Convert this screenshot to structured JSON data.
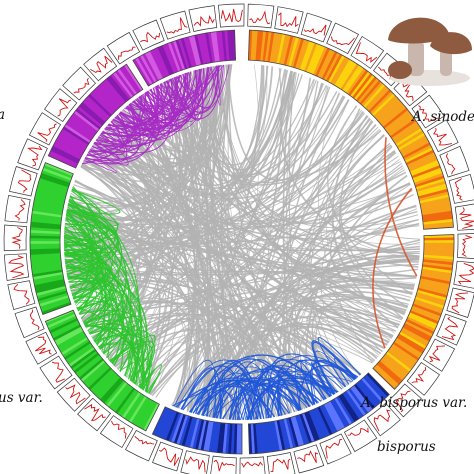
{
  "labels": {
    "top_right": "A. sinode",
    "top_left": "a",
    "bottom_left": "us var.",
    "bottom_right_line1": "A. bisporus var.",
    "bottom_right_line2": "bisporus"
  },
  "genomes": [
    {
      "id": "orange",
      "colors": [
        "#f7a21b",
        "#fbd20c",
        "#f06a10"
      ]
    },
    {
      "id": "blue",
      "colors": [
        "#2246d6",
        "#11228a",
        "#5a74ff"
      ]
    },
    {
      "id": "green",
      "colors": [
        "#2fd12f",
        "#19a81a",
        "#66e65a"
      ]
    },
    {
      "id": "purple",
      "colors": [
        "#b425c9",
        "#8a1bb0",
        "#d25ae0"
      ]
    }
  ],
  "link_colors": {
    "gray": "#b3b3b3",
    "orange": "#d9542a",
    "blue": "#1f57d8",
    "green": "#2ec42e",
    "purple": "#a62bc4"
  },
  "track_line_color": "#d21414",
  "photo": {
    "icon": "mushroom-photo",
    "cap": "#8e5a40",
    "stem": "#c9b7ad"
  }
}
